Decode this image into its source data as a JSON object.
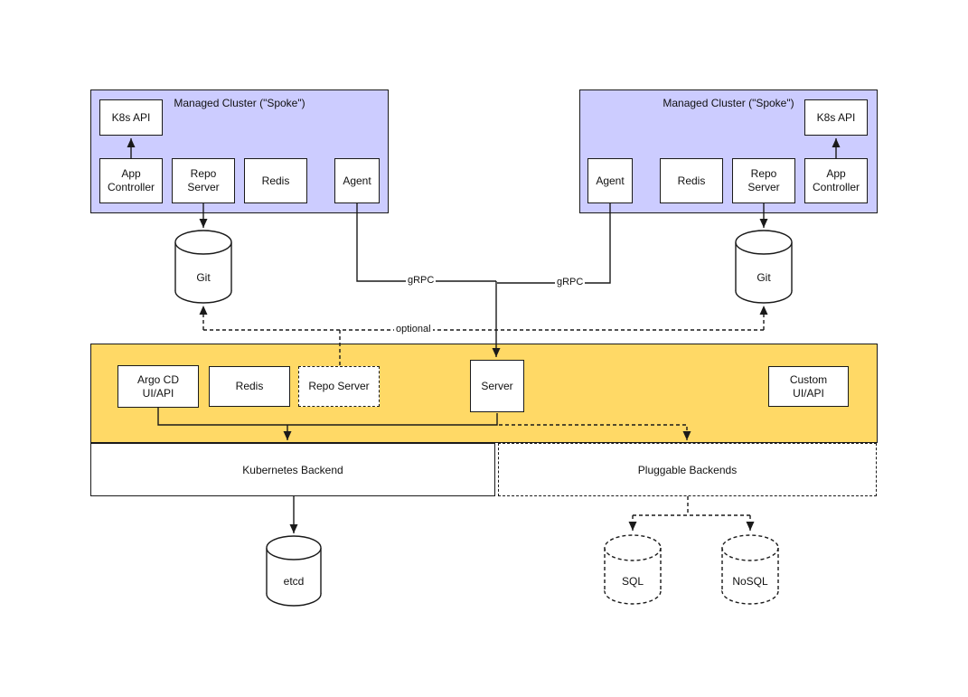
{
  "left_cluster": {
    "title": "Managed Cluster (\"Spoke\")",
    "k8s_api": "K8s API",
    "app_controller": "App Controller",
    "repo_server": "Repo Server",
    "redis": "Redis",
    "agent": "Agent",
    "git_db": "Git"
  },
  "right_cluster": {
    "title": "Managed Cluster (\"Spoke\")",
    "k8s_api": "K8s API",
    "app_controller": "App Controller",
    "repo_server": "Repo Server",
    "redis": "Redis",
    "agent": "Agent",
    "git_db": "Git"
  },
  "hub": {
    "argo_cd_ui_api": "Argo CD UI/API",
    "redis": "Redis",
    "repo_server": "Repo Server",
    "server": "Server",
    "custom_ui_api": "Custom UI/API"
  },
  "backends": {
    "kubernetes": "Kubernetes Backend",
    "pluggable": "Pluggable Backends",
    "etcd_db": "etcd",
    "sql_db": "SQL",
    "nosql_db": "NoSQL"
  },
  "edge_labels": {
    "grpc_left": "gRPC",
    "grpc_right": "gRPC",
    "optional": "optional"
  },
  "colors": {
    "cluster_fill": "#ccccff",
    "hub_fill": "#ffd966",
    "node_fill": "#ffffff",
    "line_stroke": "#1a1a1a"
  }
}
